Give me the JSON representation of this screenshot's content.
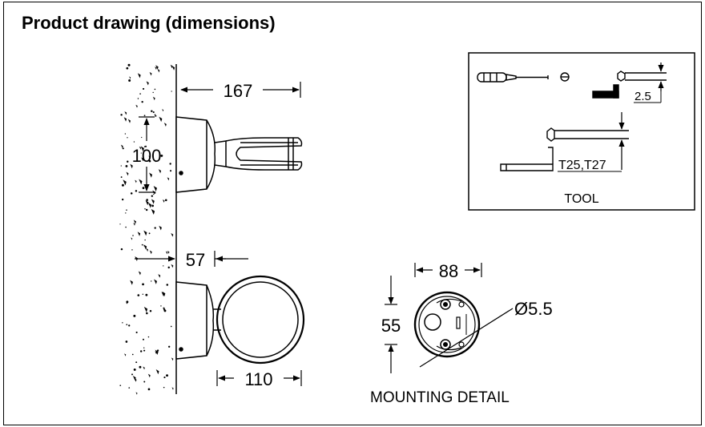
{
  "title": "Product drawing (dimensions)",
  "dimensions": {
    "total_projection": "167",
    "base_diameter": "100",
    "base_depth": "57",
    "ring_diameter": "110",
    "mount_width": "88",
    "mount_height": "55",
    "hole_diameter": "Ø5.5"
  },
  "labels": {
    "mounting_detail": "MOUNTING DETAIL",
    "tool_caption": "TOOL",
    "hex_key_size": "2.5",
    "torx_size": "T25,T27"
  },
  "colors": {
    "line": "#000000",
    "background": "#ffffff"
  },
  "icons": [
    "screwdriver-icon",
    "slot-head-icon",
    "hex-key-icon",
    "torx-key-icon"
  ]
}
